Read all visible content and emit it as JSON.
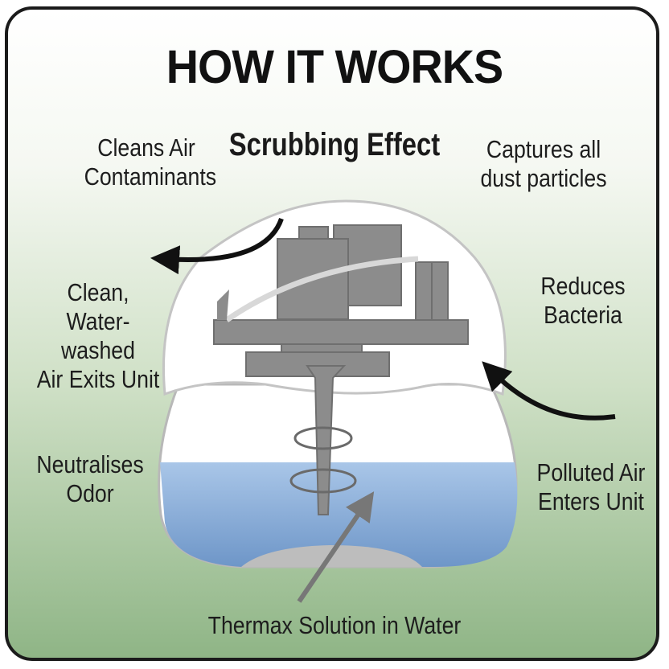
{
  "title": "HOW IT WORKS",
  "subtitle": "Scrubbing Effect",
  "labels": {
    "cleans_air": "Cleans Air\nContaminants",
    "captures_dust": "Captures all\ndust particles",
    "clean_air_exits": "Clean,\nWater-washed\nAir Exits Unit",
    "reduces_bacteria": "Reduces\nBacteria",
    "neutralises_odor": "Neutralises\nOdor",
    "polluted_air": "Polluted Air\nEnters Unit",
    "solution": "Thermax Solution in Water"
  },
  "colors": {
    "water": "#8fb3dc",
    "unit_body": "#ffffff",
    "machine": "#8c8c8c",
    "arrow": "#111111",
    "frame_border": "#1b1b1b"
  }
}
